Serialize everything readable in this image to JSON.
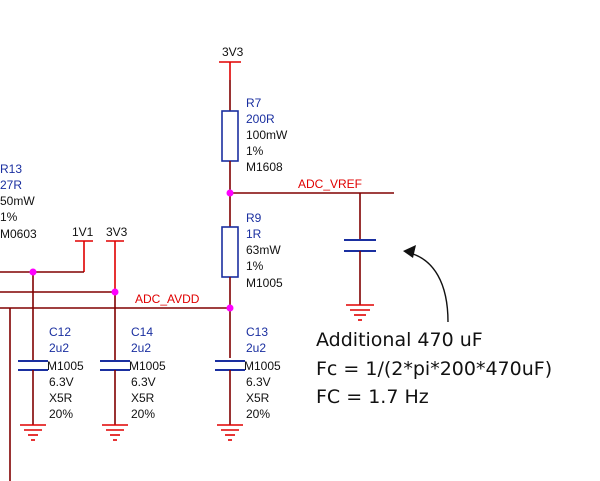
{
  "power": {
    "v3v3_top": "3V3",
    "v1v1": "1V1",
    "v3v3_left": "3V3"
  },
  "nets": {
    "adc_vref": "ADC_VREF",
    "adc_avdd": "ADC_AVDD"
  },
  "r7": {
    "ref": "R7",
    "value": "200R",
    "power": "100mW",
    "tol": "1%",
    "pkg": "M1608"
  },
  "r9": {
    "ref": "R9",
    "value": "1R",
    "power": "63mW",
    "tol": "1%",
    "pkg": "M1005"
  },
  "r13": {
    "ref": "R13",
    "value": "27R",
    "power": "50mW",
    "tol": "1%",
    "pkg": "M0603"
  },
  "c12": {
    "ref": "C12",
    "value": "2u2",
    "pkg": "M1005",
    "voltage": "6.3V",
    "dielectric": "X5R",
    "tol": "20%"
  },
  "c14": {
    "ref": "C14",
    "value": "2u2",
    "pkg": "M1005",
    "voltage": "6.3V",
    "dielectric": "X5R",
    "tol": "20%"
  },
  "c13": {
    "ref": "C13",
    "value": "2u2",
    "pkg": "M1005",
    "voltage": "6.3V",
    "dielectric": "X5R",
    "tol": "20%"
  },
  "annotation": {
    "line1": "Additional 470 uF",
    "line2": "Fc = 1/(2*pi*200*470uF)",
    "line3": "FC = 1.7 Hz"
  }
}
